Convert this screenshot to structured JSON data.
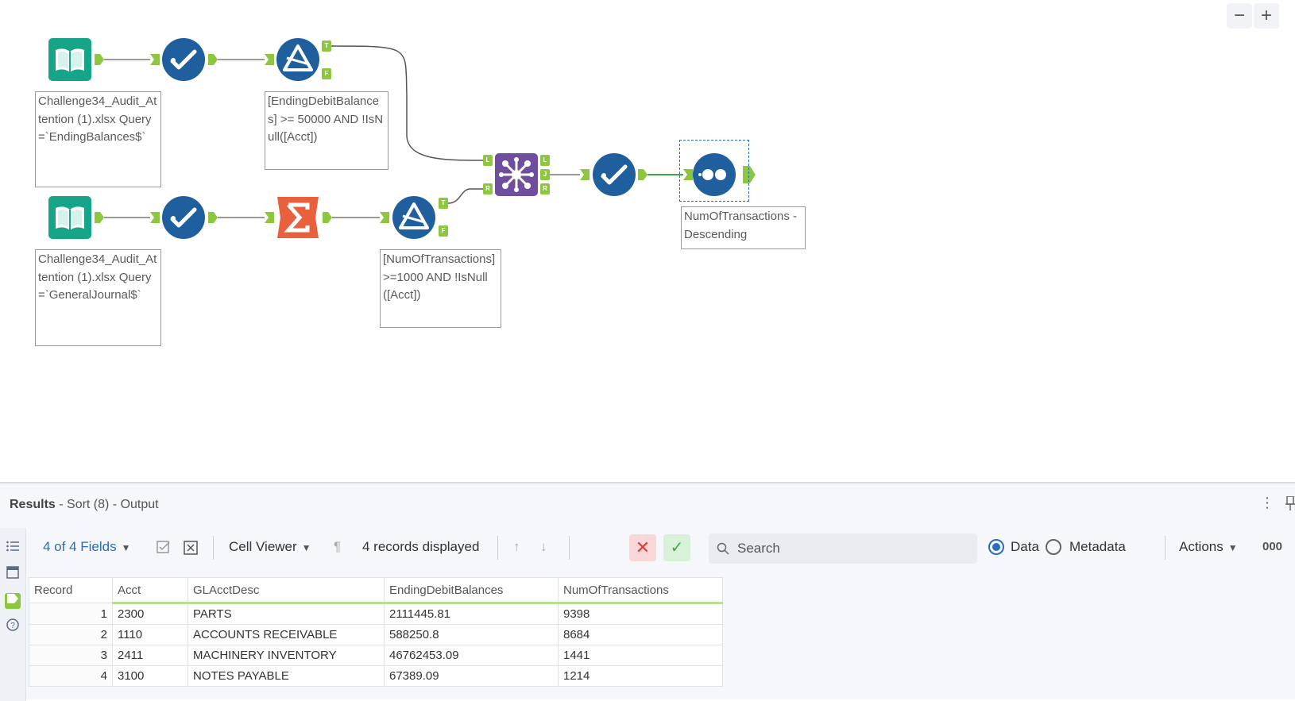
{
  "canvas": {
    "zoom_out": "−",
    "zoom_in": "+",
    "annotations": {
      "input1": "Challenge34_Audit_Attention (1).xlsx Query=`EndingBalances$`",
      "filter1": "[EndingDebitBalances] >= 50000 AND !IsNull([Acct])",
      "input2": "Challenge34_Audit_Attention (1).xlsx Query=`GeneralJournal$`",
      "filter2": "[NumOfTransactions]>=1000 AND !IsNull([Acct])",
      "sort": "NumOfTransactions - Descending"
    },
    "anchor_labels": {
      "true": "T",
      "false": "F",
      "left": "L",
      "right": "R",
      "join": "J"
    },
    "colors": {
      "input_green": "#17a589",
      "select_blue": "#1f5f9e",
      "summarize_orange": "#e8603c",
      "join_purple": "#6f4f9d",
      "anchor_green": "#8dc63f"
    }
  },
  "results": {
    "title_bold": "Results",
    "title_rest": " - Sort (8) - Output",
    "kebab": "⋮",
    "toolbar": {
      "fields": "4 of 4 Fields",
      "cell_viewer": "Cell Viewer",
      "pilcrow": "¶",
      "records": "4 records displayed",
      "cancel": "✕",
      "ok": "✓",
      "search_placeholder": "Search",
      "data": "Data",
      "metadata": "Metadata",
      "actions": "Actions",
      "more": "000"
    },
    "columns": [
      "Record",
      "Acct",
      "GLAcctDesc",
      "EndingDebitBalances",
      "NumOfTransactions"
    ],
    "rows": [
      [
        "1",
        "2300",
        "PARTS",
        "2111445.81",
        "9398"
      ],
      [
        "2",
        "1110",
        "ACCOUNTS RECEIVABLE",
        "588250.8",
        "8684"
      ],
      [
        "3",
        "2411",
        "MACHINERY INVENTORY",
        "46762453.09",
        "1441"
      ],
      [
        "4",
        "3100",
        "NOTES PAYABLE",
        "67389.09",
        "1214"
      ]
    ]
  }
}
